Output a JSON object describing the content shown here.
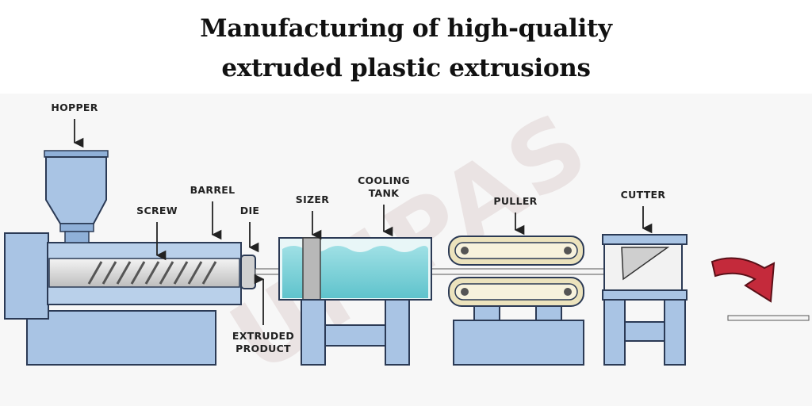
{
  "title": {
    "line1": "Manufacturing of high-quality",
    "line2": "extruded plastic extrusions"
  },
  "labels": {
    "hopper": "HOPPER",
    "screw": "SCREW",
    "barrel": "BARREL",
    "die": "DIE",
    "extruded_line1": "EXTRUDED",
    "extruded_line2": "PRODUCT",
    "sizer": "SIZER",
    "cooling_line1": "COOLING",
    "cooling_line2": "TANK",
    "puller": "PULLER",
    "cutter": "CUTTER"
  },
  "watermark": "UMPAS",
  "colors": {
    "machine_blue": "#a9c4e4",
    "machine_edge": "#2b3a55",
    "water": "#7fd3da",
    "arrow_red": "#c42a3b",
    "barrel_gray": "#d7d7d7"
  }
}
